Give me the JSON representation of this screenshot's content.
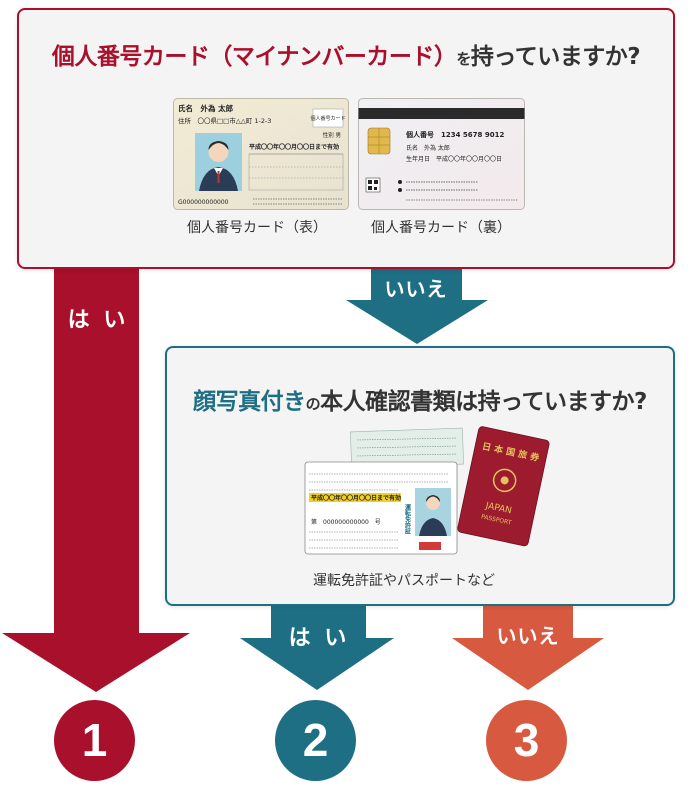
{
  "question1": {
    "highlight": "個人番号カード（マイナンバーカード）",
    "suffix_small": "を",
    "rest": "持っていますか?"
  },
  "card_front": {
    "caption": "個人番号カード（表）",
    "name_line": "氏名　外為 太郎",
    "address_line": "住所　〇〇県□□市△△町 1-2-3",
    "badge": "個人番号カード",
    "sex": "性別 男",
    "validity": "平成〇〇年〇〇月〇〇日まで有効",
    "serial": "G000000000000"
  },
  "card_back": {
    "caption": "個人番号カード（裏）",
    "number_line": "個人番号　1234 5678 9012",
    "name_line": "氏名　外為 太郎",
    "birth_line": "生年月日　平成〇〇年〇〇月〇〇日"
  },
  "no_label_1": "いいえ",
  "yes_label_1": "は い",
  "question2": {
    "highlight": "顔写真付き",
    "suffix_small": "の",
    "rest": "本人確認書類は持っていますか?"
  },
  "license": {
    "validity": "平成〇〇年〇〇月〇〇日まで有効",
    "vertical_label": "運転免許証",
    "number": "第　000000000000　号"
  },
  "passport": {
    "title_jp": "日本国旅券",
    "country": "JAPAN",
    "word": "PASSPORT"
  },
  "caption2": "運転免許証やパスポートなど",
  "yes_label_2": "は い",
  "no_label_2": "いいえ",
  "results": [
    "1",
    "2",
    "3"
  ],
  "colors": {
    "red": "#a8102b",
    "teal": "#1e6f84",
    "orange": "#d75a40"
  }
}
